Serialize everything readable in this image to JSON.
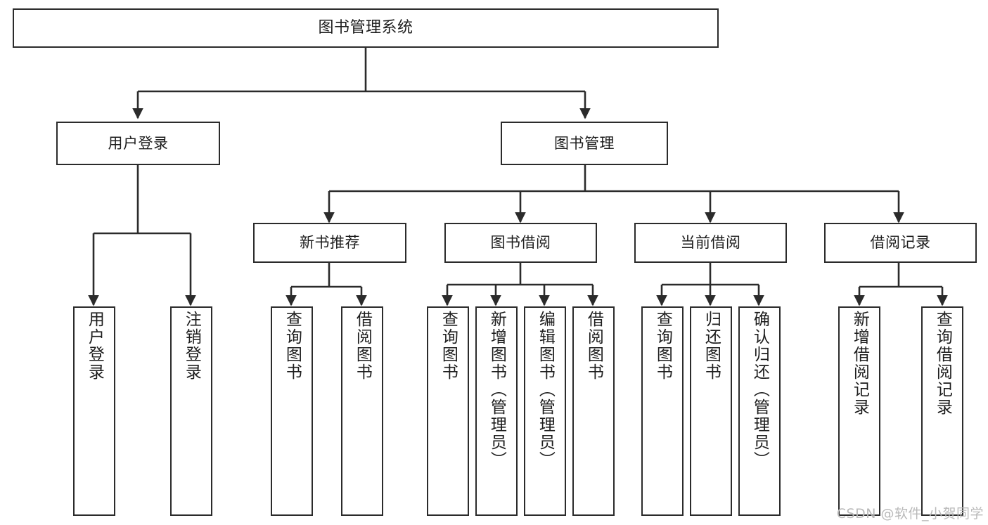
{
  "diagram": {
    "type": "tree",
    "title": "图书管理系统",
    "root": {
      "label": "图书管理系统"
    },
    "level2": [
      {
        "label": "用户登录"
      },
      {
        "label": "图书管理"
      }
    ],
    "level3": [
      {
        "label": "新书推荐"
      },
      {
        "label": "图书借阅"
      },
      {
        "label": "当前借阅"
      },
      {
        "label": "借阅记录"
      }
    ],
    "leaves": {
      "user_login": [
        {
          "label": "用户登录"
        },
        {
          "label": "注销登录"
        }
      ],
      "new_book_recommend": [
        {
          "label": "查询图书"
        },
        {
          "label": "借阅图书"
        }
      ],
      "book_borrow": [
        {
          "label": "查询图书"
        },
        {
          "label": "新增图书（管理员）"
        },
        {
          "label": "编辑图书（管理员）"
        },
        {
          "label": "借阅图书"
        }
      ],
      "current_borrow": [
        {
          "label": "查询图书"
        },
        {
          "label": "归还图书"
        },
        {
          "label": "确认归还（管理员）"
        }
      ],
      "borrow_records": [
        {
          "label": "新增借阅记录"
        },
        {
          "label": "查询借阅记录"
        }
      ]
    }
  },
  "watermark": {
    "text": "CSDN @软件_小贺同学"
  },
  "colors": {
    "stroke": "#2b2b2b",
    "text": "#1d1d1d",
    "background": "#ffffff",
    "watermark": "#b9b9b9"
  }
}
